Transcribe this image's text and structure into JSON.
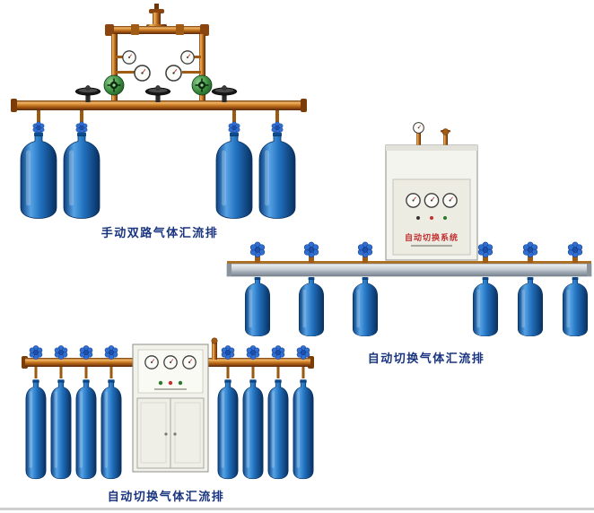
{
  "page": {
    "background_color": "#ffffff",
    "bottom_rule_color": "#cfcfcf"
  },
  "products": [
    {
      "name": "manual-dual-manifold",
      "caption": "手动双路气体汇流排"
    },
    {
      "name": "auto-switch-manifold-a",
      "caption": "自动切换气体汇流排"
    },
    {
      "name": "auto-switch-manifold-b",
      "caption": "自动切换气体汇流排"
    }
  ],
  "cabinet": {
    "title": "自动切换系统"
  },
  "icons": {
    "pressure-gauge": "round white dial with red needle",
    "cylinder-valve-wheel": "blue six-petal handwheel",
    "shutoff-handwheel": "black handwheel",
    "regulator": "green round regulator body"
  },
  "colors": {
    "caption_text": "#1a3580",
    "cabinet_title_text": "#c03030",
    "pipe_copper": "#c87820",
    "cylinder_blue": "#2272c0",
    "rail_silver": "#b8c0c8",
    "cabinet_body": "#f3f3ee"
  }
}
